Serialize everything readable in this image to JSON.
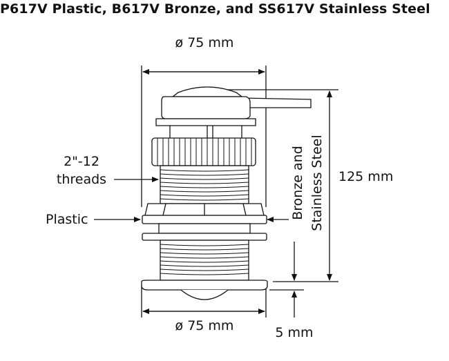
{
  "title": "P617V Plastic, B617V Bronze, and SS617V Stainless Steel",
  "labels": {
    "top_diameter": "ø 75 mm",
    "bottom_diameter": "ø 75 mm",
    "height": "125 mm",
    "flange_thickness": "5 mm",
    "threads_line1": "2\"-12",
    "threads_line2": "threads",
    "plastic": "Plastic",
    "metal_line1": "Bronze and",
    "metal_line2": "Stainless Steel"
  },
  "colors": {
    "line": "#111111",
    "background": "#ffffff"
  }
}
